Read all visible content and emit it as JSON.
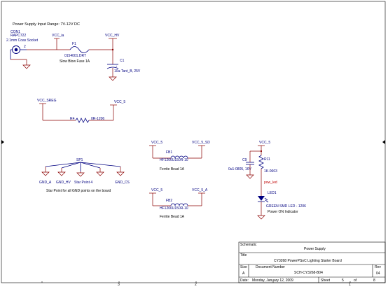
{
  "header": {
    "range_note": "Power Supply Input Range: 7V-12V DC"
  },
  "con1": {
    "ref": "CON1",
    "part": "RAPC722",
    "desc": "2.1mm Coax Socket",
    "pin": "2"
  },
  "nets": {
    "vcc_ia": "VCC_ia",
    "vcc_hv_top": "VCC_HV",
    "vcc_sreg": "VCC_SREG",
    "vcc_5_a": "VCC_5",
    "vcc_5_b": "VCC_5",
    "vcc_5_sd": "VCC_5_SD",
    "vcc_5_c": "VCC_5",
    "vcc_5_aout": "VCC_5_A",
    "vcc_5_d": "VCC_5",
    "gnd_a": "GND_A",
    "gnd_hv": "GND_HV",
    "gnd_cs": "GND_CS"
  },
  "f1": {
    "ref": "F1",
    "part": "0154001.DRT",
    "desc": "Slow Blow Fuse 1A"
  },
  "c1": {
    "ref": "C1",
    "value": "10u-Tant_B, 25V"
  },
  "r4": {
    "ref": "R4",
    "value": "0R-1206"
  },
  "fb1": {
    "ref": "FB1",
    "part": "HF1206U150R-10",
    "desc": "Ferrite Bead 1A"
  },
  "fb2": {
    "ref": "FB2",
    "part": "HF1206U150R-10",
    "desc": "Ferrite Bead 1A"
  },
  "sp1": {
    "ref": "SP1",
    "label": "Star Point 4",
    "note": "Star Point for all GND points on the board"
  },
  "c9": {
    "ref": "C9",
    "value": "0u1-0805, 16V"
  },
  "r11": {
    "ref": "R11",
    "value": "1K-0603"
  },
  "pow_led": "pow_led",
  "led1": {
    "ref": "LED1",
    "part": "GREEN SMD LED - 1206",
    "desc": "Power ON Indicator"
  },
  "title_block": {
    "schematic_label": "Schematic",
    "schematic_value": "Power Supply",
    "title_label": "Title",
    "title_value": "CY3268 PowerPSoC Lighting Starter Board",
    "size_label": "Size",
    "size_value": "A",
    "docnum_label": "Document Number",
    "docnum_value": "SCH-CY3268-B04",
    "rev_label": "Rev",
    "rev_value": "04",
    "date_label": "Date:",
    "date_value": "Monday, January 12, 2009",
    "sheet_label": "Sheet",
    "sheet_value": "5",
    "of_label": "of",
    "of_value": "8"
  },
  "border": {
    "cols": [
      "3",
      "2",
      "1"
    ]
  }
}
